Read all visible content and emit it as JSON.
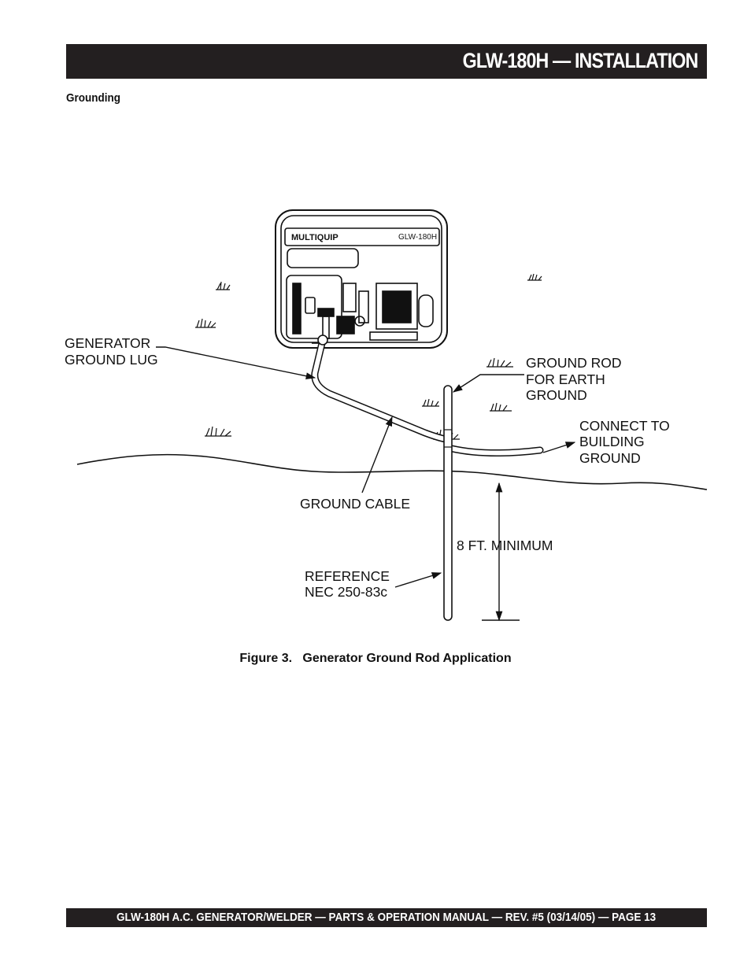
{
  "header": {
    "title": "GLW-180H — INSTALLATION"
  },
  "section": {
    "heading": "Grounding"
  },
  "figure": {
    "labels": {
      "generator_lug_line1": "GENERATOR",
      "generator_lug_line2": "GROUND LUG",
      "ground_rod_line1": "GROUND ROD",
      "ground_rod_line2": "FOR EARTH",
      "ground_rod_line3": "GROUND",
      "connect_line1": "CONNECT TO",
      "connect_line2": "BUILDING",
      "connect_line3": "GROUND",
      "ground_cable": "GROUND CABLE",
      "minimum_depth": "8 FT. MINIMUM",
      "reference_line1": "REFERENCE",
      "reference_line2": "NEC 250-83c",
      "brand": "MULTIQUIP",
      "model": "GLW-180H"
    },
    "caption": "Figure 3.   Generator Ground Rod Application"
  },
  "footer": {
    "text": "GLW-180H A.C. GENERATOR/WELDER — PARTS & OPERATION MANUAL — REV. #5 (03/14/05) — PAGE 13"
  }
}
